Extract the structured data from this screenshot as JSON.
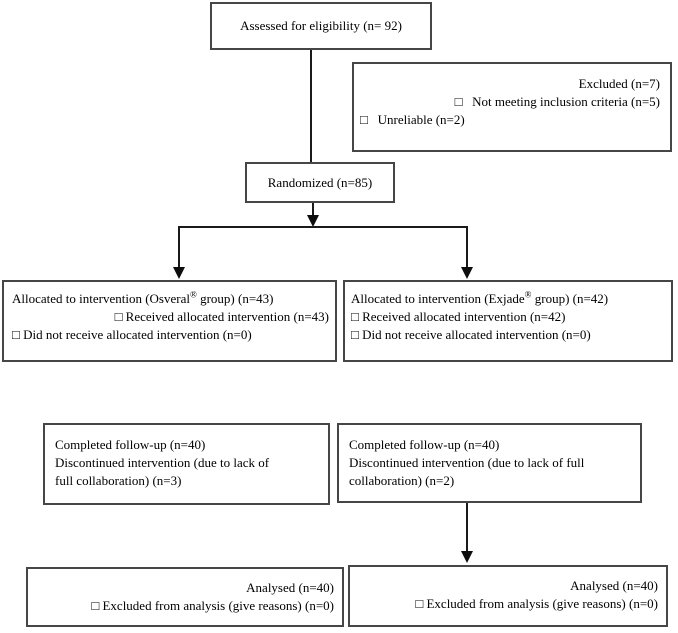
{
  "palette": {
    "box_border": "#464646",
    "connector": "#1a1a1a",
    "text": "#000000",
    "background": "#ffffff"
  },
  "boxes": {
    "assessed": {
      "lines": [
        "Assessed for eligibility (n= 92)"
      ]
    },
    "excluded": {
      "lines": [
        "Excluded (n=7)",
        "□   Not meeting inclusion criteria (n=5)",
        "□   Unreliable (n=2)"
      ]
    },
    "randomized": {
      "lines": [
        "Randomized (n=85)"
      ]
    },
    "alloc_left": {
      "lines": [
        "Allocated to intervention (Osveral® group) (n=43)",
        "□ Received allocated intervention (n=43)",
        "□ Did not receive allocated intervention (n=0)"
      ]
    },
    "alloc_right": {
      "lines": [
        "Allocated to intervention (Exjade® group) (n=42)",
        "□ Received allocated intervention (n=42)",
        "□ Did not receive allocated intervention (n=0)"
      ]
    },
    "followup_left": {
      "lines": [
        "Completed follow-up (n=40)",
        "Discontinued intervention (due to lack of",
        "full collaboration) (n=3)"
      ]
    },
    "followup_right": {
      "lines": [
        "Completed follow-up (n=40)",
        "Discontinued intervention (due to lack of full",
        "collaboration) (n=2)"
      ]
    },
    "analysed_left": {
      "lines": [
        "Analysed (n=40)",
        "□ Excluded from analysis (give reasons) (n=0)"
      ]
    },
    "analysed_right": {
      "lines": [
        "Analysed (n=40)",
        "□ Excluded from analysis (give reasons) (n=0)"
      ]
    }
  }
}
